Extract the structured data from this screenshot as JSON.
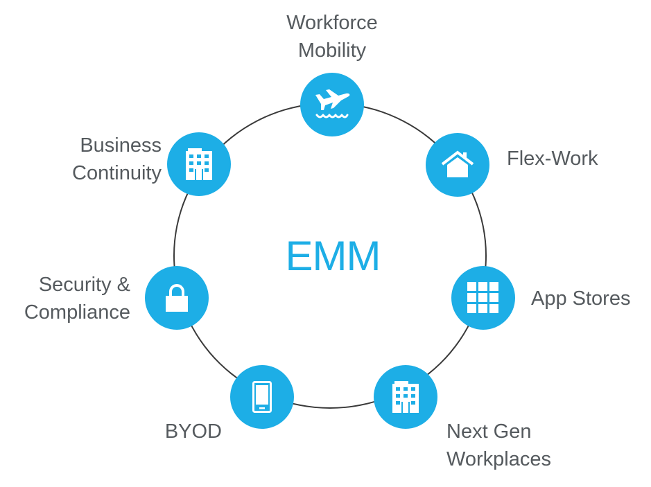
{
  "diagram": {
    "center": {
      "label": "EMM",
      "color": "#1DAEE6"
    },
    "ring": {
      "stroke_color": "#3A3A3A"
    },
    "node_color": "#1DAEE6",
    "label_color": "#555A5E",
    "nodes": [
      {
        "id": "workforce-mobility",
        "icon": "airplane-icon",
        "label_lines": [
          "Workforce",
          "Mobility"
        ]
      },
      {
        "id": "flex-work",
        "icon": "house-icon",
        "label_lines": [
          "Flex-Work"
        ]
      },
      {
        "id": "app-stores",
        "icon": "app-grid-icon",
        "label_lines": [
          "App Stores"
        ]
      },
      {
        "id": "next-gen-workplaces",
        "icon": "office-building-icon",
        "label_lines": [
          "Next Gen",
          "Workplaces"
        ]
      },
      {
        "id": "byod",
        "icon": "smartphone-icon",
        "label_lines": [
          "BYOD"
        ]
      },
      {
        "id": "security-compliance",
        "icon": "padlock-icon",
        "label_lines": [
          "Security &",
          "Compliance"
        ]
      },
      {
        "id": "business-continuity",
        "icon": "office-building-icon",
        "label_lines": [
          "Business",
          "Continuity"
        ]
      }
    ]
  }
}
